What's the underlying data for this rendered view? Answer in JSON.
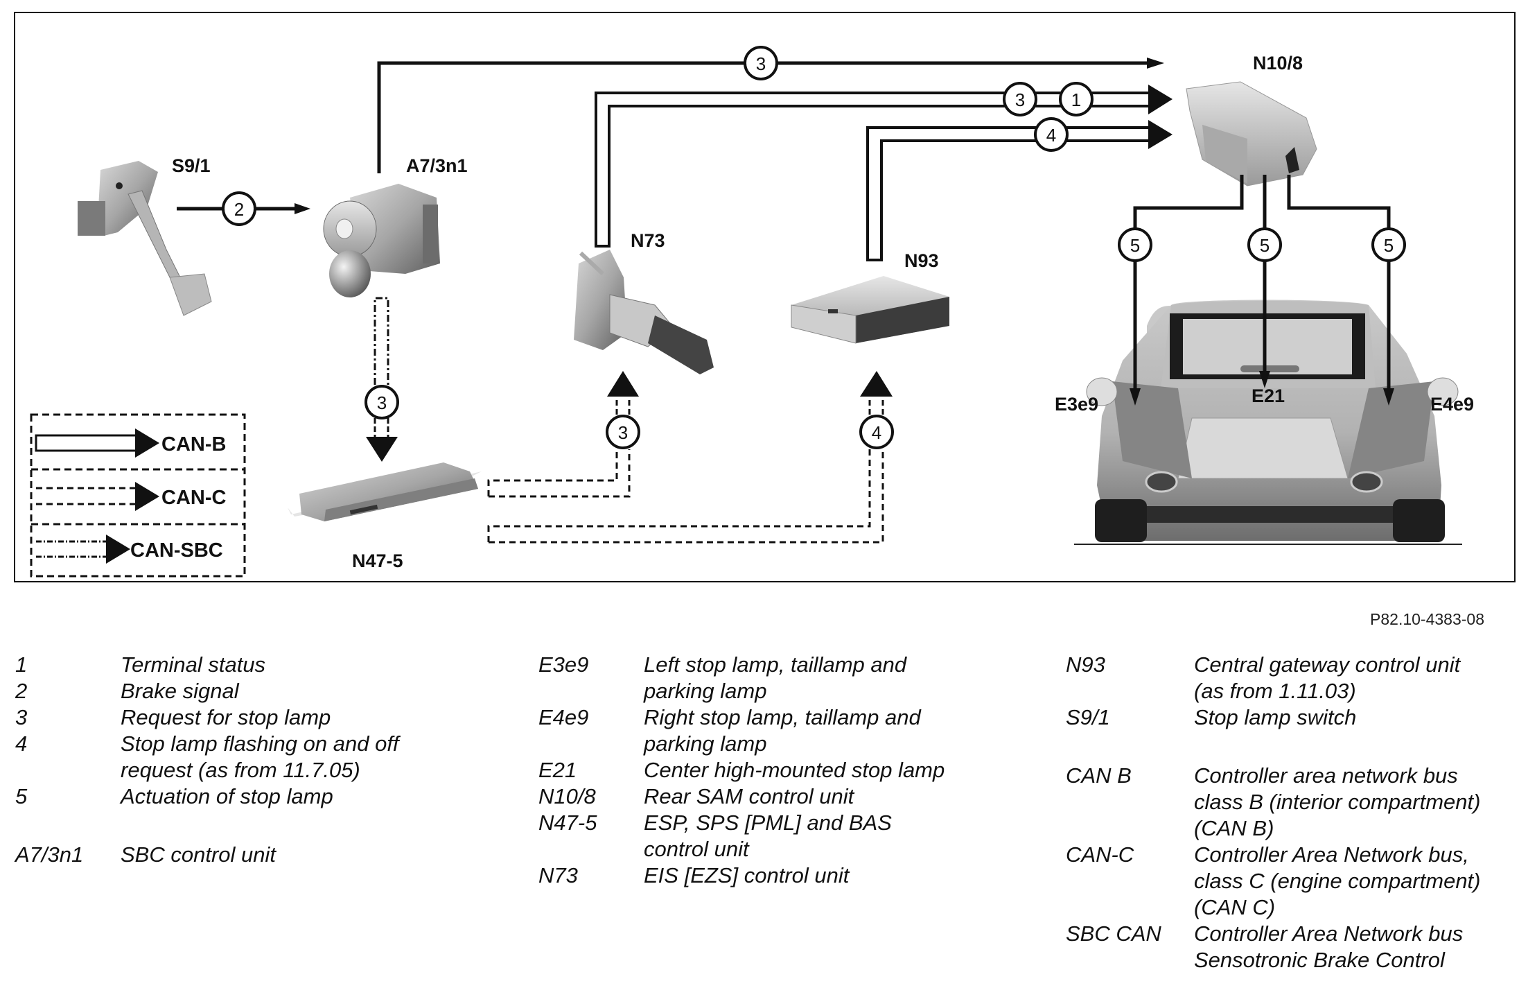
{
  "figure_ref": "P82.10-4383-08",
  "components": {
    "s9_1": "S9/1",
    "a7_3n1": "A7/3n1",
    "n73": "N73",
    "n93": "N93",
    "n10_8": "N10/8",
    "n47_5": "N47-5",
    "e3e9": "E3e9",
    "e21": "E21",
    "e4e9": "E4e9"
  },
  "signal_markers": {
    "brake_signal": "2",
    "sbc_to_n10_8": "3",
    "n73_to_n10_8_req": "3",
    "n73_to_n10_8_term": "1",
    "n93_to_n10_8": "4",
    "sbc_to_n47_5": "3",
    "n47_5_to_n73": "3",
    "n47_5_to_n93": "4",
    "act_left": "5",
    "act_center": "5",
    "act_right": "5"
  },
  "bus_legend": [
    {
      "label": "CAN-B",
      "style": "double-solid"
    },
    {
      "label": "CAN-C",
      "style": "double-dashed"
    },
    {
      "label": "CAN-SBC",
      "style": "double-dash-dot"
    }
  ],
  "legend": {
    "signals": [
      {
        "code": "1",
        "desc": [
          "Terminal status"
        ]
      },
      {
        "code": "2",
        "desc": [
          "Brake signal"
        ]
      },
      {
        "code": "3",
        "desc": [
          "Request for stop lamp"
        ]
      },
      {
        "code": "4",
        "desc": [
          "Stop lamp flashing on and off",
          "request (as from 11.7.05)"
        ]
      },
      {
        "code": "5",
        "desc": [
          "Actuation of stop lamp"
        ]
      }
    ],
    "col1_units": [
      {
        "code": "A7/3n1",
        "desc": [
          "SBC control unit"
        ]
      }
    ],
    "col2_units": [
      {
        "code": "E3e9",
        "desc": [
          "Left stop lamp, taillamp and",
          "parking lamp"
        ]
      },
      {
        "code": "E4e9",
        "desc": [
          "Right stop lamp, taillamp and",
          "parking lamp"
        ]
      },
      {
        "code": "E21",
        "desc": [
          "Center high-mounted stop lamp"
        ]
      },
      {
        "code": "N10/8",
        "desc": [
          "Rear SAM control unit"
        ]
      },
      {
        "code": "N47-5",
        "desc": [
          "ESP, SPS [PML] and BAS",
          "control unit"
        ]
      },
      {
        "code": "N73",
        "desc": [
          "EIS [EZS] control unit"
        ]
      }
    ],
    "col3_units": [
      {
        "code": "N93",
        "desc": [
          "Central gateway control unit",
          "(as from 1.11.03)"
        ]
      },
      {
        "code": "S9/1",
        "desc": [
          "Stop lamp switch"
        ]
      }
    ],
    "col3_buses": [
      {
        "code": "CAN B",
        "desc": [
          "Controller area network bus",
          "class B (interior compartment)",
          "(CAN B)"
        ]
      },
      {
        "code": "CAN-C",
        "desc": [
          "Controller Area Network bus,",
          "class C (engine compartment)",
          "(CAN C)"
        ]
      },
      {
        "code": "SBC CAN",
        "desc": [
          "Controller Area Network bus",
          "Sensotronic Brake Control"
        ]
      }
    ]
  }
}
